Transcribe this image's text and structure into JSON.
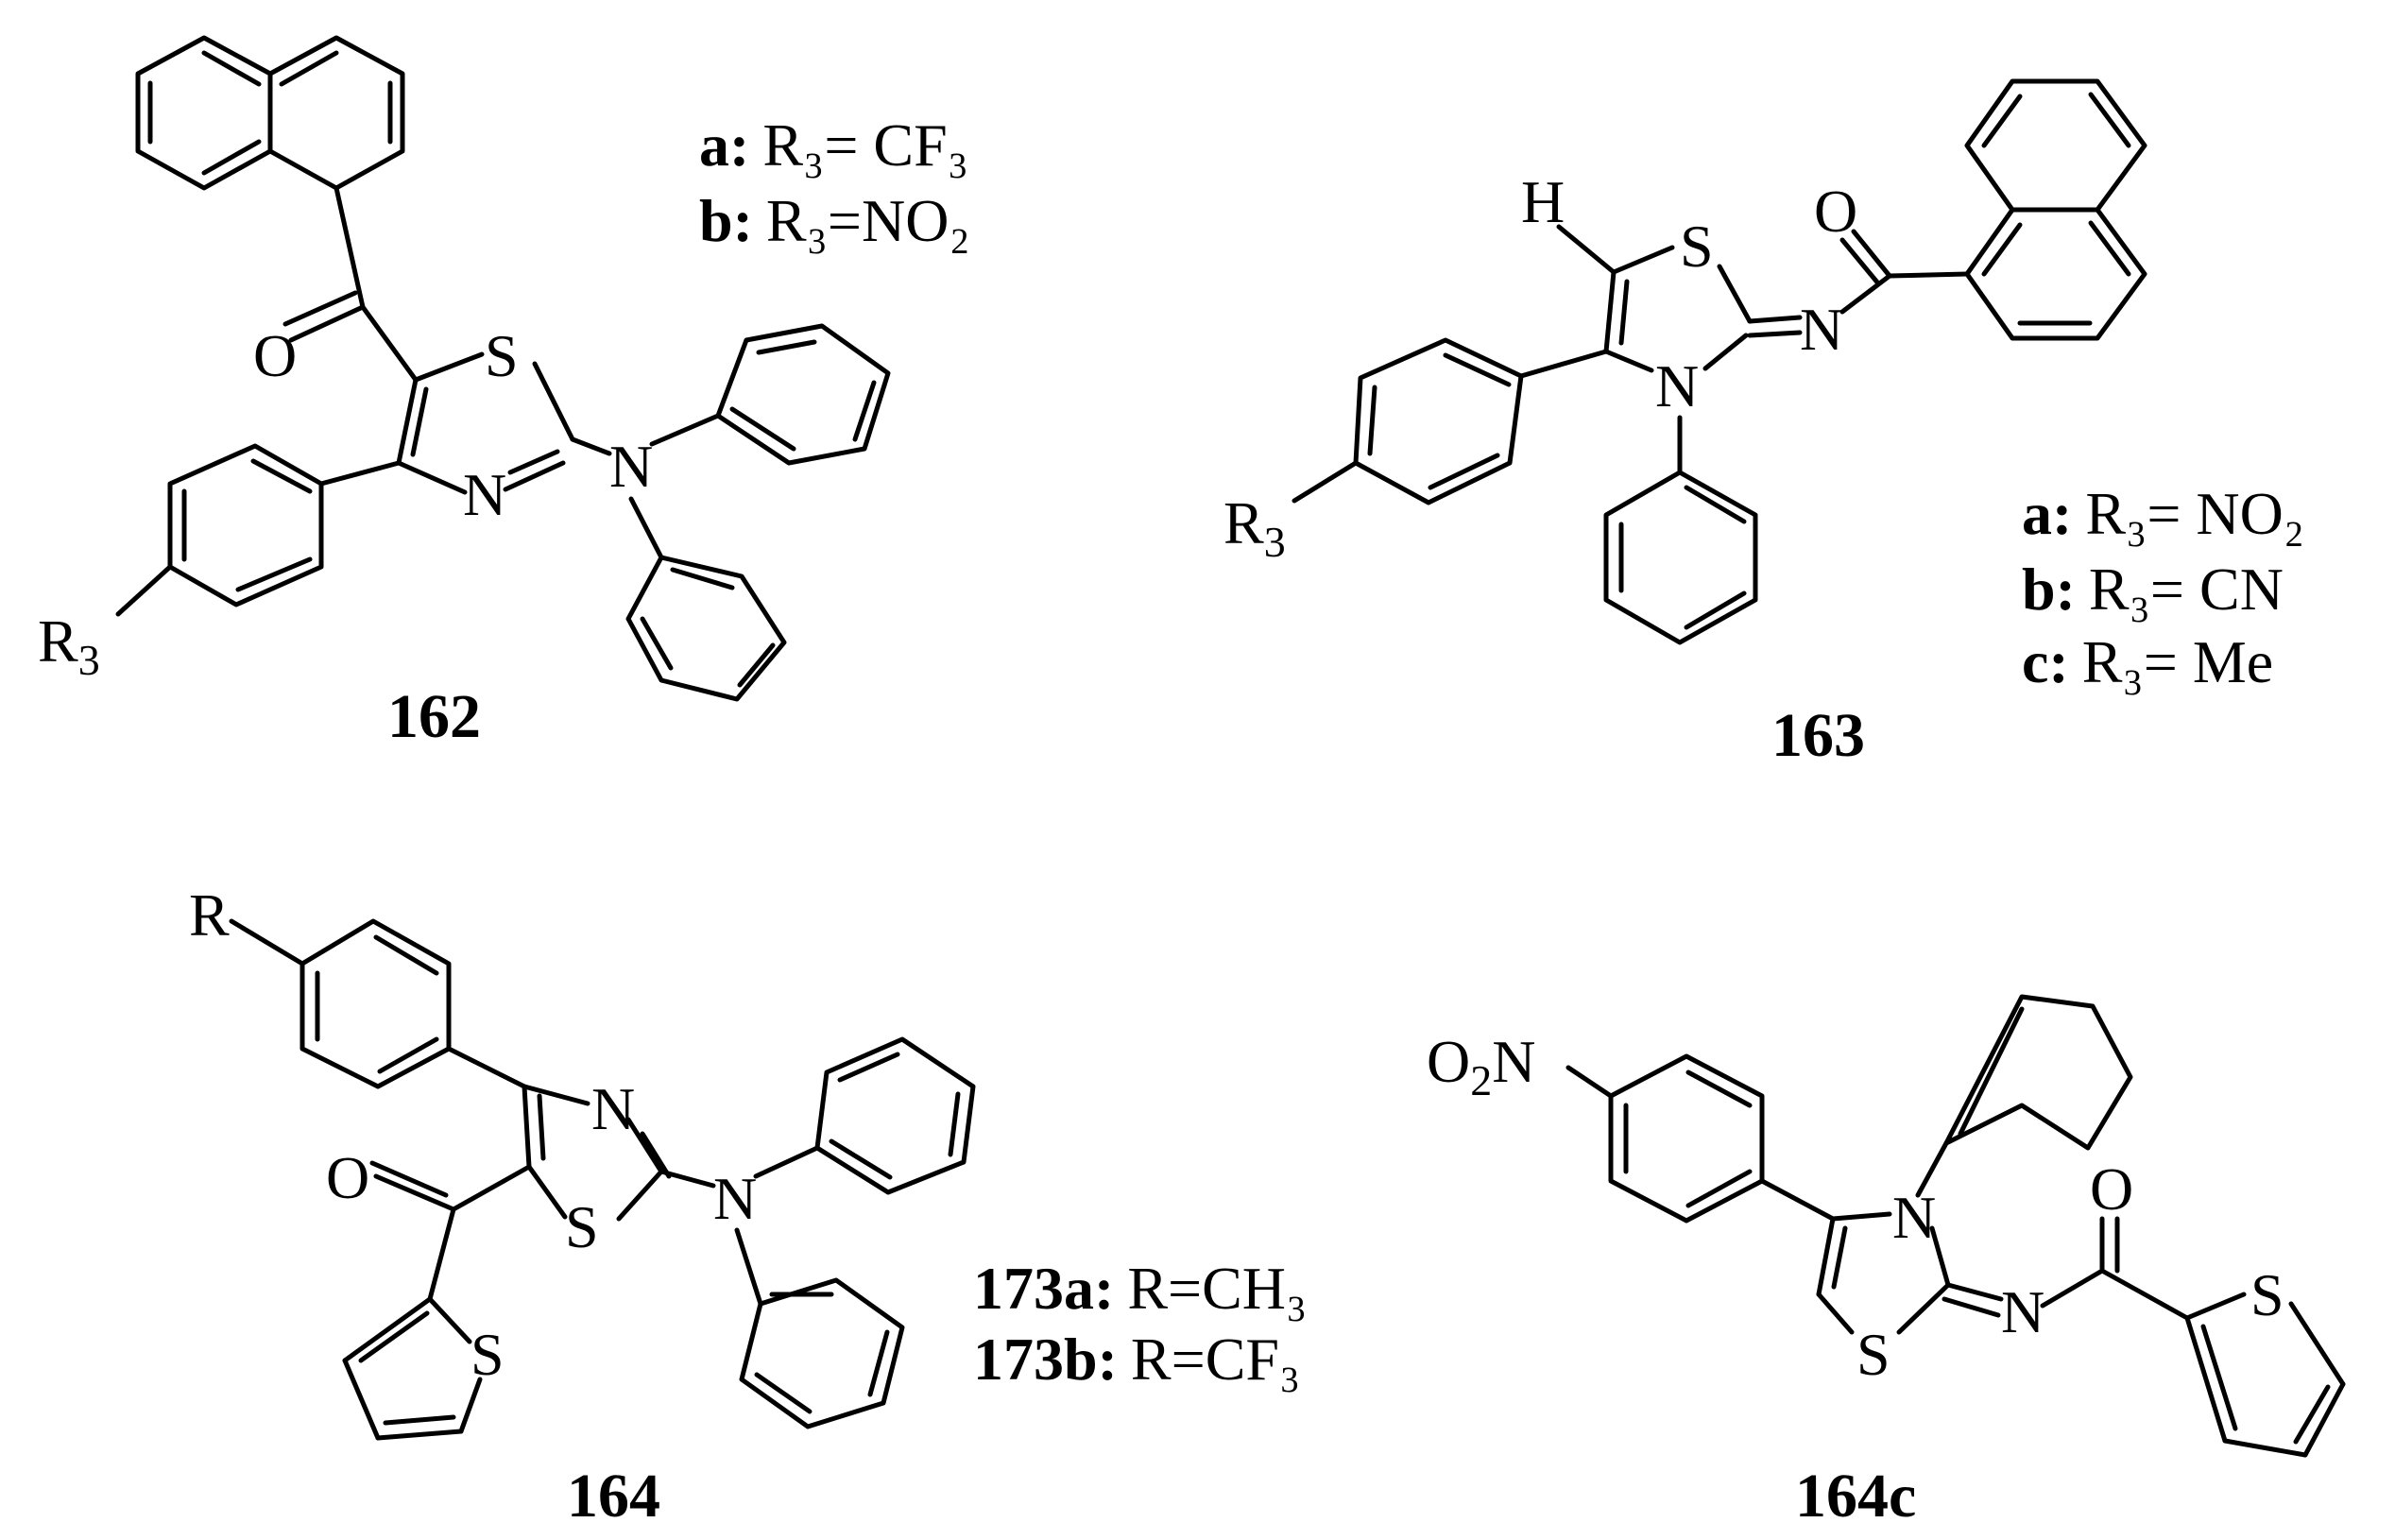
{
  "compounds": [
    {
      "id": "162",
      "variants": [
        {
          "key": "a:",
          "formula": "R₃= CF₃"
        },
        {
          "key": "b:",
          "formula": "R₃=NO₂"
        }
      ]
    },
    {
      "id": "163",
      "variants": [
        {
          "key": "a:",
          "formula": "R₃= NO₂"
        },
        {
          "key": "b:",
          "formula": "R₃= CN"
        },
        {
          "key": "c:",
          "formula": "R₃= Me"
        }
      ]
    },
    {
      "id": "164",
      "variants": [
        {
          "key": "173a:",
          "formula": "R=CH₃"
        },
        {
          "key": "173b:",
          "formula": "R=CF₃"
        }
      ]
    },
    {
      "id": "164c",
      "variants": []
    }
  ],
  "atoms": {
    "o": "O",
    "s": "S",
    "n": "N",
    "h": "H",
    "r": "R",
    "r3": "R",
    "r3_sub": "3",
    "o2n": "O",
    "o2n_sub": "2",
    "o2n_n": "N"
  }
}
